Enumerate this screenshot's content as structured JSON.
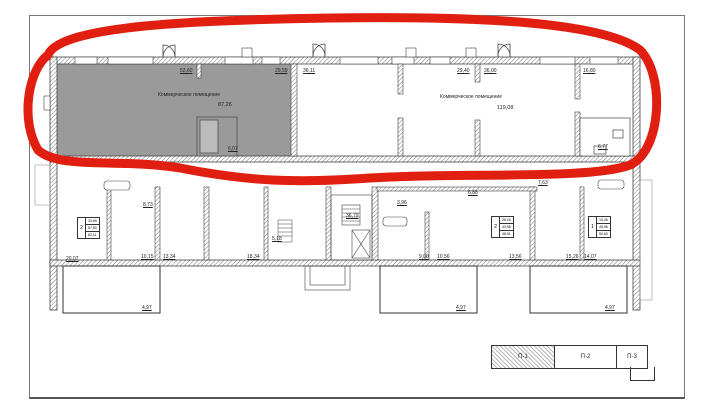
{
  "plan": {
    "highlight_color": "#e11f10",
    "commercial_fill": "#9a9a9a",
    "commercial_1": {
      "title": "Коммерческое помещение",
      "area": "87,26",
      "dims": [
        "52,60",
        "29,59",
        "6,07"
      ]
    },
    "commercial_2": {
      "title": "Коммерческое помещение",
      "area": "119,08",
      "dims": [
        "36,11",
        "29,40",
        "36,00",
        "16,80",
        "6,77"
      ]
    },
    "apartment_left": {
      "rooms_count": "2",
      "info": [
        "33,69",
        "57,60",
        "62,11"
      ],
      "room_areas": [
        "8,73",
        "20,07",
        "10,15",
        "13,34",
        "18,34",
        "5,18"
      ],
      "balcony": "4,97"
    },
    "core": {
      "stair_area": "36,79",
      "room_area": "3,96"
    },
    "apartment_middle": {
      "rooms_count": "2",
      "info": [
        "25,16",
        "43,96",
        "48,91"
      ],
      "room_areas": [
        "6,88",
        "9,00",
        "10,56",
        "13,56"
      ],
      "balcony": "4,97"
    },
    "apartment_right": {
      "rooms_count": "1",
      "info": [
        "15,26",
        "45,96",
        "50,63"
      ],
      "room_areas": [
        "7,63",
        "15,26",
        "14,07"
      ],
      "balcony": "4,97"
    },
    "legend": {
      "p1": "П-1",
      "p2": "П-2",
      "p3": "П-3"
    }
  }
}
